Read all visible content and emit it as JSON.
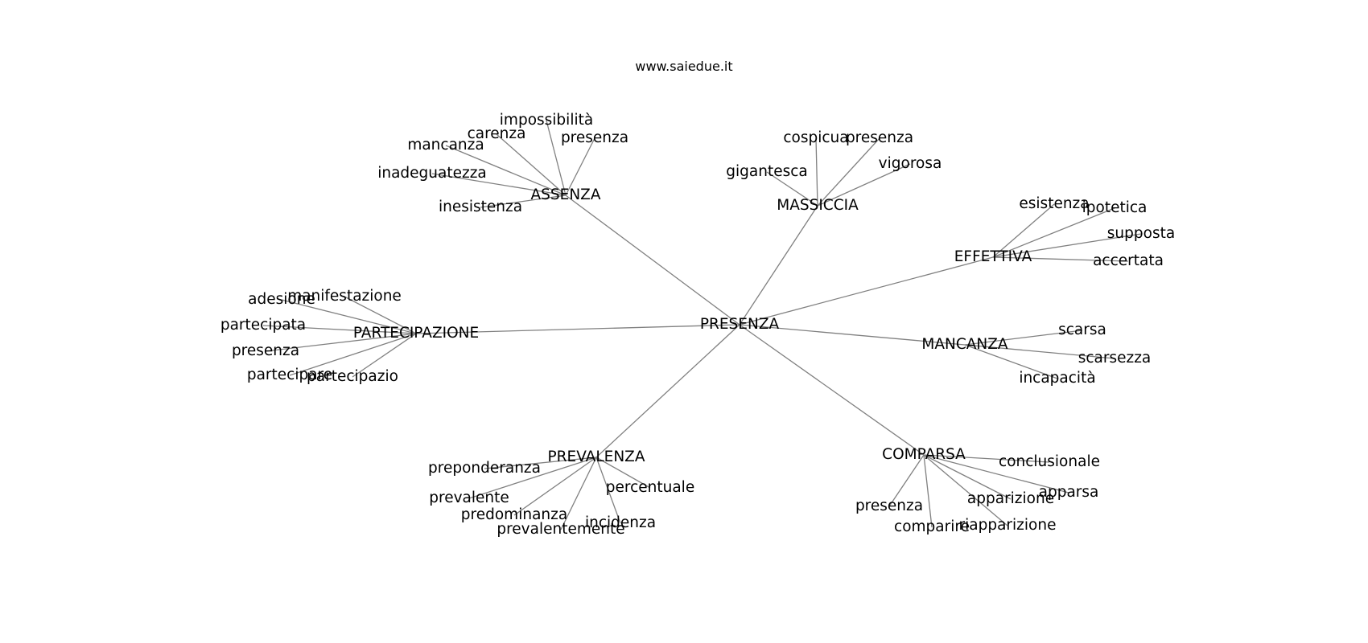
{
  "header": {
    "site": "www.saiedue.it"
  },
  "graph": {
    "root": "PRESENZA",
    "clusters": [
      {
        "id": "assenza",
        "label": "ASSENZA",
        "leaves": [
          "impossibilità",
          "carenza",
          "presenza",
          "mancanza",
          "inadeguatezza",
          "inesistenza"
        ]
      },
      {
        "id": "massiccia",
        "label": "MASSICCIA",
        "leaves": [
          "cospicua",
          "presenza",
          "vigorosa",
          "gigantesca"
        ]
      },
      {
        "id": "effettiva",
        "label": "EFFETTIVA",
        "leaves": [
          "esistenza",
          "ipotetica",
          "supposta",
          "accertata"
        ]
      },
      {
        "id": "partecipazione",
        "label": "PARTECIPAZIONE",
        "leaves": [
          "manifestazione",
          "adesione",
          "partecipata",
          "presenza",
          "partecipare",
          "partecipazio"
        ]
      },
      {
        "id": "mancanza",
        "label": "MANCANZA",
        "leaves": [
          "scarsa",
          "scarsezza",
          "incapacità"
        ]
      },
      {
        "id": "prevalenza",
        "label": "PREVALENZA",
        "leaves": [
          "preponderanza",
          "percentuale",
          "prevalente",
          "predominanza",
          "incidenza",
          "prevalentemente"
        ]
      },
      {
        "id": "comparsa",
        "label": "COMPARSA",
        "leaves": [
          "conclusionale",
          "apparsa",
          "apparizione",
          "presenza",
          "riapparizione",
          "comparire"
        ]
      }
    ]
  }
}
